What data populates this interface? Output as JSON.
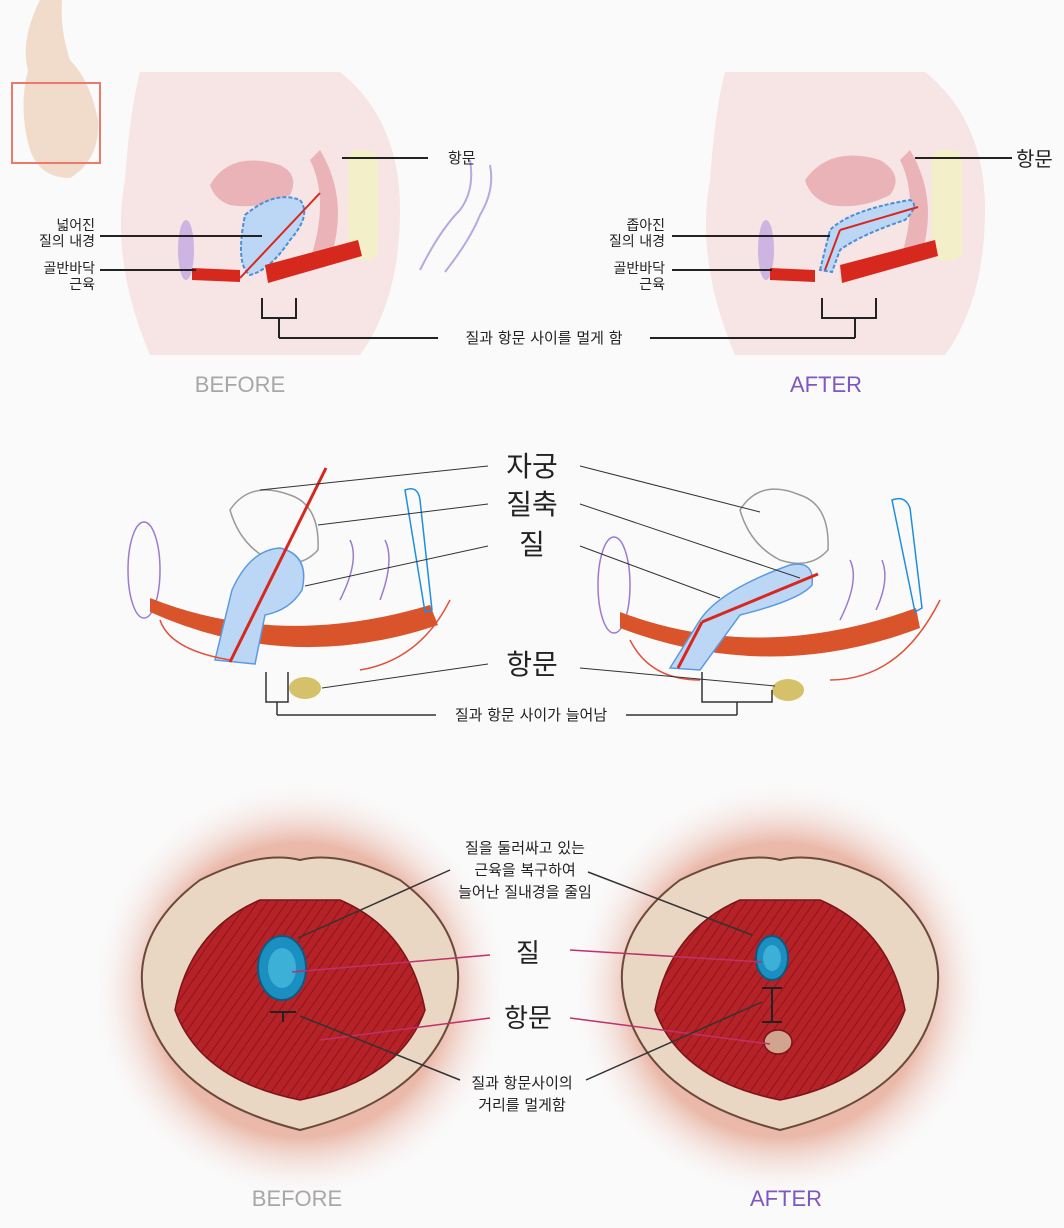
{
  "panel1": {
    "before": {
      "anus": "항문",
      "widened_line1": "넓어진",
      "widened_line2": "질의 내경",
      "pelvic_line1": "골반바닥",
      "pelvic_line2": "근육"
    },
    "after": {
      "anus": "항문",
      "narrowed_line1": "좁아진",
      "narrowed_line2": "질의 내경",
      "pelvic_line1": "골반바닥",
      "pelvic_line2": "근육"
    },
    "distance_label": "질과 항문 사이를 멀게 함",
    "caption_before": "BEFORE",
    "caption_after": "AFTER"
  },
  "panel2": {
    "uterus": "자궁",
    "vaginal_axis": "질축",
    "vagina": "질",
    "anus": "항문",
    "distance_label": "질과 항문 사이가 늘어남"
  },
  "panel3": {
    "muscle_line1": "질을 둘러싸고 있는",
    "muscle_line2": "근육을 복구하여",
    "muscle_line3": "늘어난 질내경을 줄임",
    "vagina": "질",
    "anus": "항문",
    "distance_line1": "질과 항문사이의",
    "distance_line2": "거리를 멀게함",
    "caption_before": "BEFORE",
    "caption_after": "AFTER"
  },
  "colors": {
    "muscle_red": "#d7281e",
    "pink_tissue": "#f2c9cc",
    "vagina_blue": "#bcd7f5",
    "purple_accent": "#7e57c2",
    "teal": "#1aa0b8"
  }
}
